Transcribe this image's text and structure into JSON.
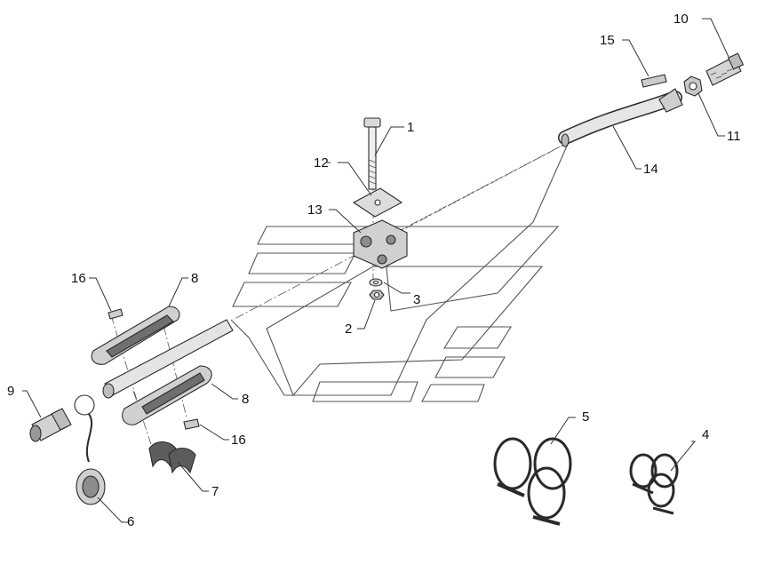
{
  "diagram": {
    "type": "exploded-parts-view",
    "callouts": [
      {
        "id": "c1",
        "label": "1"
      },
      {
        "id": "c2",
        "label": "2"
      },
      {
        "id": "c3",
        "label": "3"
      },
      {
        "id": "c4",
        "label": "4"
      },
      {
        "id": "c5",
        "label": "5"
      },
      {
        "id": "c6",
        "label": "6"
      },
      {
        "id": "c7",
        "label": "7"
      },
      {
        "id": "c8a",
        "label": "8"
      },
      {
        "id": "c8b",
        "label": "8"
      },
      {
        "id": "c9",
        "label": "9"
      },
      {
        "id": "c10",
        "label": "10"
      },
      {
        "id": "c11",
        "label": "11"
      },
      {
        "id": "c12",
        "label": "12"
      },
      {
        "id": "c13",
        "label": "13"
      },
      {
        "id": "c14",
        "label": "14"
      },
      {
        "id": "c15",
        "label": "15"
      },
      {
        "id": "c16a",
        "label": "16"
      },
      {
        "id": "c16b",
        "label": "16"
      }
    ],
    "colors": {
      "line": "#2a2a2a",
      "part_fill": "#d9d9d9",
      "part_dark": "#8c8c8c",
      "background": "#ffffff"
    }
  }
}
